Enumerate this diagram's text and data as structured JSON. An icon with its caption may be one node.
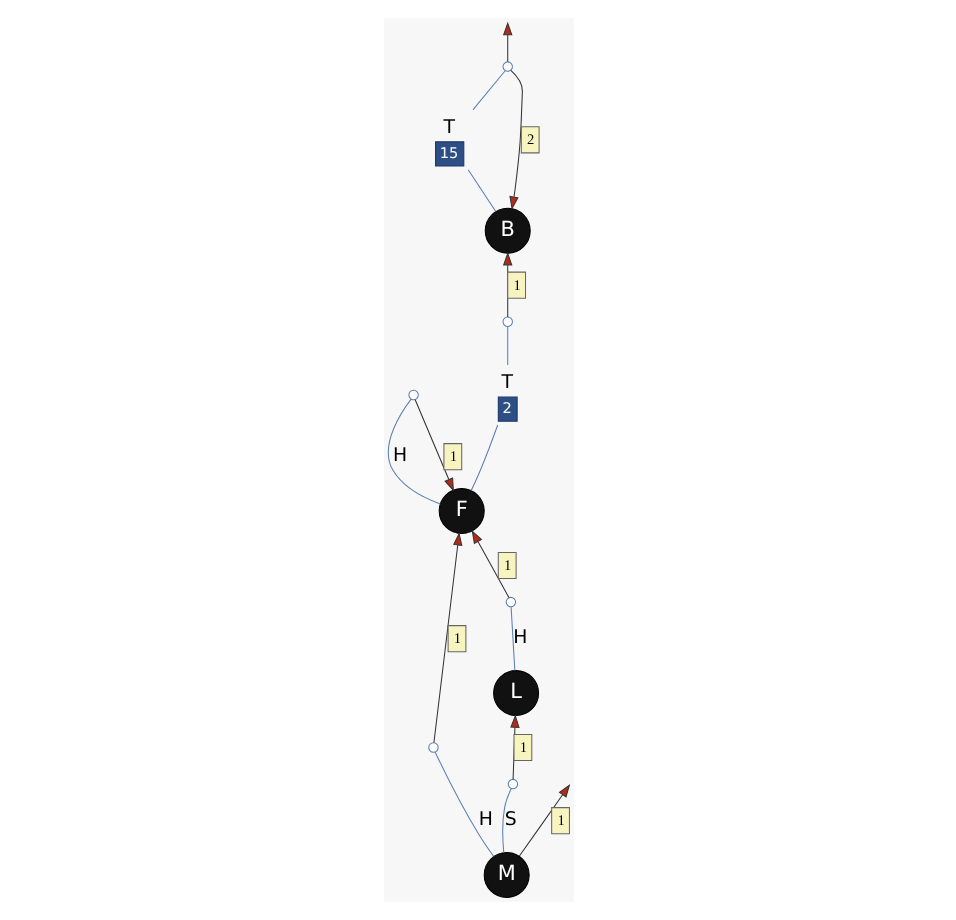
{
  "diagram": {
    "nodes": [
      {
        "text": [
          "M"
        ]
      },
      {
        "text": [
          "F"
        ]
      },
      {
        "text": [
          "B"
        ]
      },
      {
        "text": [
          "L"
        ]
      },
      {
        "text": [],
        "shape": "circle"
      },
      {
        "text": [
          "T",
          "2"
        ]
      },
      {
        "text": [],
        "shape": "circle"
      },
      {
        "text": [
          "T",
          "15"
        ]
      },
      {
        "text": [],
        "shape": "circle"
      },
      {
        "text": [],
        "shape": "circle"
      },
      {
        "text": [],
        "shape": "circle"
      },
      {
        "text": [],
        "shape": "circle"
      }
    ],
    "edges": [
      {
        "from": 1,
        "to": 4,
        "arrow": "none",
        "label": "H",
        "color": "#5b7fb5"
      },
      {
        "from": 4,
        "to": 1,
        "arrow": "to",
        "label": "1",
        "color": "#333333"
      },
      {
        "from": 1,
        "to": 5,
        "arrow": "none",
        "color": "#5b7fb5"
      },
      {
        "from": 5,
        "to": 6,
        "arrow": "none",
        "color": "#5b7fb5"
      },
      {
        "from": 6,
        "to": 2,
        "arrow": "to",
        "label": "1",
        "color": "#333333"
      },
      {
        "from": 2,
        "to": 7,
        "arrow": "none",
        "color": "#5b7fb5"
      },
      {
        "from": 7,
        "to": 8,
        "arrow": "none",
        "color": "#5b7fb5"
      },
      {
        "from": 8,
        "to": 2,
        "arrow": "to",
        "label": "2",
        "color": "#333333"
      },
      {
        "from": 8,
        "to": null,
        "arrow": "to",
        "color": "#333333"
      },
      {
        "from": 0,
        "to": 9,
        "arrow": "none",
        "label": "H",
        "color": "#5b7fb5"
      },
      {
        "from": 9,
        "to": 1,
        "arrow": "to",
        "label": "1",
        "color": "#333333"
      },
      {
        "from": 3,
        "to": 10,
        "arrow": "none",
        "label": "H",
        "color": "#5b7fb5"
      },
      {
        "from": 10,
        "to": 1,
        "arrow": "to",
        "label": "1",
        "color": "#333333"
      },
      {
        "from": 0,
        "to": 11,
        "arrow": "none",
        "label": "S",
        "color": "#5b7fb5"
      },
      {
        "from": 11,
        "to": 3,
        "arrow": "to",
        "label": "1",
        "color": "#333333"
      },
      {
        "from": 0,
        "to": null,
        "arrow": "to",
        "label": "1",
        "color": "#333333"
      }
    ]
  }
}
